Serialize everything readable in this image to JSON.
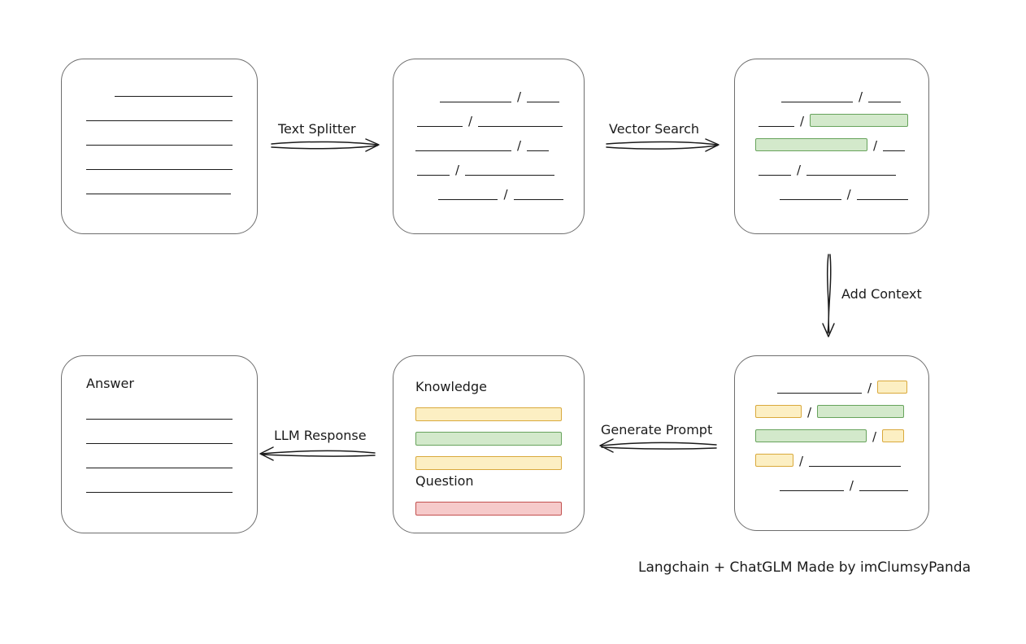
{
  "footer": {
    "credit": "Langchain + ChatGLM Made by imClumsyPanda"
  },
  "arrows": {
    "text_splitter": {
      "label": "Text Splitter",
      "direction": "right"
    },
    "vector_search": {
      "label": "Vector Search",
      "direction": "right"
    },
    "add_context": {
      "label": "Add Context",
      "direction": "down"
    },
    "generate_prompt": {
      "label": "Generate Prompt",
      "direction": "left"
    },
    "llm_response": {
      "label": "LLM Response",
      "direction": "left"
    }
  },
  "colors": {
    "stroke": "#1b1b1b",
    "box_border": "#6e6e6e",
    "green_fill": "#d3e9cb",
    "green_border": "#67a35c",
    "yellow_fill": "#fcefc3",
    "yellow_border": "#d9a93c",
    "red_fill": "#f6caca",
    "red_border": "#c2504e"
  },
  "boxes": {
    "source_document": {
      "rows": [
        {
          "ml": 35,
          "segs": [
            {
              "t": "line",
              "w": 148
            }
          ]
        },
        {
          "ml": 0,
          "segs": [
            {
              "t": "line",
              "w": 182
            }
          ]
        },
        {
          "ml": 0,
          "segs": [
            {
              "t": "line",
              "w": 182
            }
          ]
        },
        {
          "ml": 0,
          "segs": [
            {
              "t": "line",
              "w": 182
            }
          ]
        },
        {
          "ml": 0,
          "segs": [
            {
              "t": "line",
              "w": 178
            }
          ]
        }
      ]
    },
    "text_chunks": {
      "rows": [
        {
          "ml": 32,
          "segs": [
            {
              "t": "line",
              "w": 88
            },
            {
              "t": "slash"
            },
            {
              "t": "line",
              "w": 40
            }
          ]
        },
        {
          "ml": 4,
          "segs": [
            {
              "t": "line",
              "w": 56
            },
            {
              "t": "slash"
            },
            {
              "t": "line",
              "w": 104
            }
          ]
        },
        {
          "ml": 2,
          "segs": [
            {
              "t": "line",
              "w": 118
            },
            {
              "t": "slash"
            },
            {
              "t": "line",
              "w": 27
            }
          ]
        },
        {
          "ml": 4,
          "segs": [
            {
              "t": "line",
              "w": 40
            },
            {
              "t": "slash"
            },
            {
              "t": "line",
              "w": 110
            }
          ]
        },
        {
          "ml": 30,
          "segs": [
            {
              "t": "line",
              "w": 80
            },
            {
              "t": "slash"
            },
            {
              "t": "line",
              "w": 67
            }
          ]
        }
      ]
    },
    "search_results": {
      "rows": [
        {
          "ml": 32,
          "segs": [
            {
              "t": "line",
              "w": 88
            },
            {
              "t": "slash"
            },
            {
              "t": "line",
              "w": 40
            }
          ]
        },
        {
          "ml": 4,
          "segs": [
            {
              "t": "line",
              "w": 48
            },
            {
              "t": "slash"
            },
            {
              "t": "green",
              "w": 132
            }
          ]
        },
        {
          "ml": 0,
          "segs": [
            {
              "t": "green",
              "w": 138
            },
            {
              "t": "slash"
            },
            {
              "t": "line",
              "w": 27
            }
          ]
        },
        {
          "ml": 4,
          "segs": [
            {
              "t": "line",
              "w": 40
            },
            {
              "t": "slash"
            },
            {
              "t": "line",
              "w": 110
            }
          ]
        },
        {
          "ml": 30,
          "segs": [
            {
              "t": "line",
              "w": 80
            },
            {
              "t": "slash"
            },
            {
              "t": "line",
              "w": 67
            }
          ]
        }
      ]
    },
    "context_chunks": {
      "rows": [
        {
          "ml": 27,
          "segs": [
            {
              "t": "line",
              "w": 104
            },
            {
              "t": "slash"
            },
            {
              "t": "yellow",
              "w": 37
            }
          ]
        },
        {
          "ml": 0,
          "segs": [
            {
              "t": "yellow",
              "w": 57
            },
            {
              "t": "slash"
            },
            {
              "t": "green",
              "w": 107
            }
          ]
        },
        {
          "ml": 0,
          "segs": [
            {
              "t": "green",
              "w": 137
            },
            {
              "t": "slash"
            },
            {
              "t": "yellow",
              "w": 27
            }
          ]
        },
        {
          "ml": 0,
          "segs": [
            {
              "t": "yellow",
              "w": 47
            },
            {
              "t": "slash"
            },
            {
              "t": "line",
              "w": 113
            }
          ]
        },
        {
          "ml": 30,
          "segs": [
            {
              "t": "line",
              "w": 88
            },
            {
              "t": "slash"
            },
            {
              "t": "line",
              "w": 67
            }
          ]
        }
      ]
    },
    "prompt": {
      "knowledge_label": "Knowledge",
      "question_label": "Question",
      "knowledge_rows": [
        {
          "ml": 0,
          "segs": [
            {
              "t": "yellow",
              "w": 181
            }
          ]
        },
        {
          "ml": 0,
          "segs": [
            {
              "t": "green",
              "w": 181
            }
          ]
        },
        {
          "ml": 0,
          "segs": [
            {
              "t": "yellow",
              "w": 181
            }
          ]
        }
      ],
      "question_rows": [
        {
          "ml": 0,
          "segs": [
            {
              "t": "red",
              "w": 186
            }
          ]
        }
      ]
    },
    "answer": {
      "label": "Answer",
      "rows": [
        {
          "ml": 0,
          "segs": [
            {
              "t": "line",
              "w": 181
            }
          ]
        },
        {
          "ml": 0,
          "segs": [
            {
              "t": "line",
              "w": 181
            }
          ]
        },
        {
          "ml": 0,
          "segs": [
            {
              "t": "line",
              "w": 181
            }
          ]
        },
        {
          "ml": 0,
          "segs": [
            {
              "t": "line",
              "w": 181
            }
          ]
        }
      ]
    }
  }
}
